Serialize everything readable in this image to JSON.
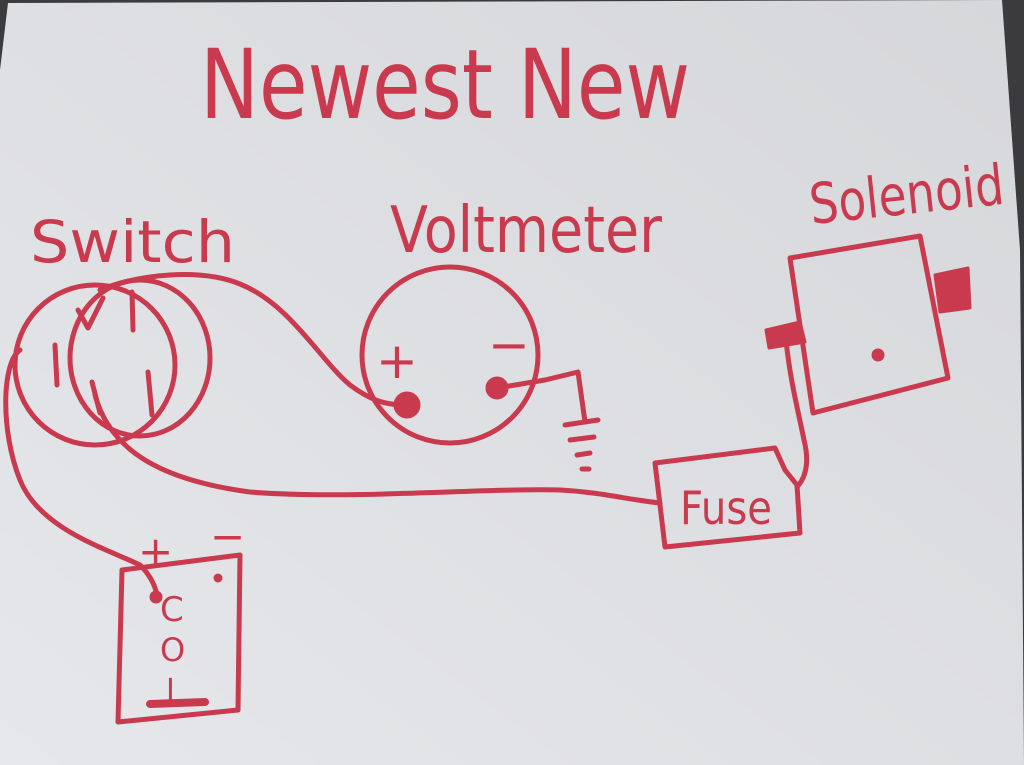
{
  "ink_color": "#c93a4f",
  "paper_color": "#e6e7ea",
  "background_color": "#3b3b3e",
  "title": "Newest New",
  "labels": {
    "switch": "Switch",
    "voltmeter": "Voltmeter",
    "solenoid": "Solenoid",
    "fuse": "Fuse"
  },
  "voltmeter": {
    "positive": "+",
    "negative": "−"
  },
  "power_box": {
    "positive": "+",
    "negative": "−",
    "letters": [
      "C",
      "O",
      "I"
    ]
  }
}
